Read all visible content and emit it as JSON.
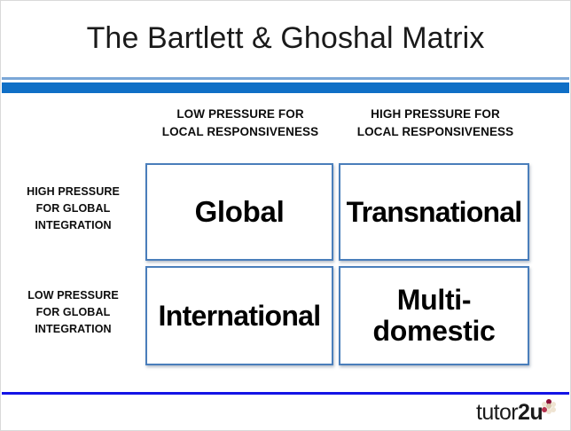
{
  "slide": {
    "title": "The Bartlett & Ghoshal Matrix",
    "accent_color": "#0f6fc6",
    "accent_light_color": "#7ba7d7",
    "cell_border_color": "#4a7ebb",
    "footer_rule_color": "#1414e6"
  },
  "matrix": {
    "column_headers": [
      {
        "line1": "LOW PRESSURE FOR",
        "line2": "LOCAL RESPONSIVENESS"
      },
      {
        "line1": "HIGH PRESSURE FOR",
        "line2": "LOCAL RESPONSIVENESS"
      }
    ],
    "row_headers": [
      {
        "line1": "HIGH PRESSURE",
        "line2": "FOR GLOBAL",
        "line3": "INTEGRATION"
      },
      {
        "line1": "LOW PRESSURE",
        "line2": "FOR GLOBAL",
        "line3": "INTEGRATION"
      }
    ],
    "cells": [
      {
        "label": "Global"
      },
      {
        "label": "Transnational"
      },
      {
        "label": "International"
      },
      {
        "label_line1": "Multi-",
        "label_line2": "domestic"
      }
    ]
  },
  "footer": {
    "logo_text_a": "tutor",
    "logo_text_b": "2u",
    "logo_flower": "flower-icon"
  }
}
